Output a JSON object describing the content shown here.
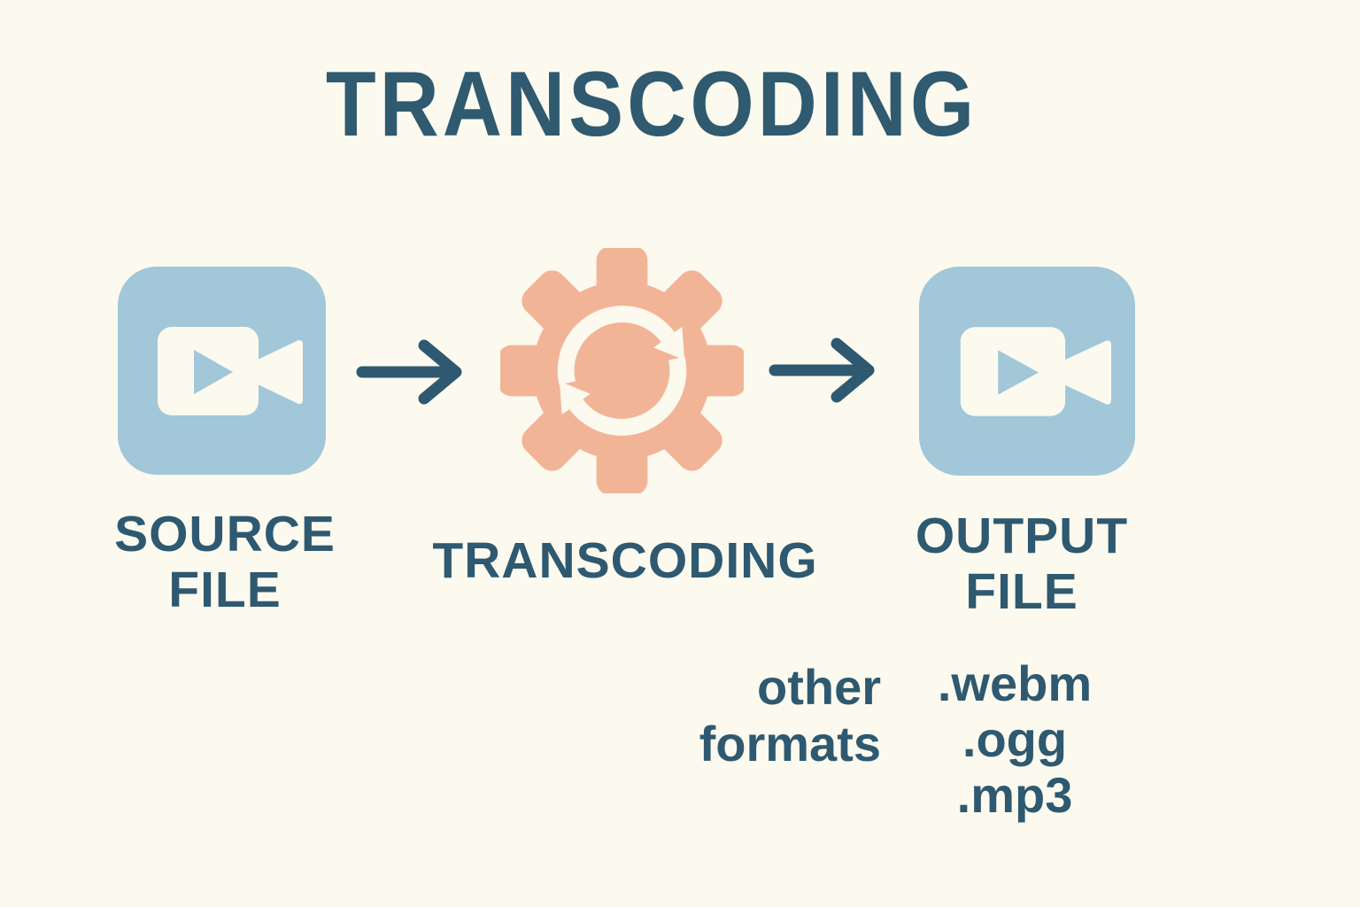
{
  "title": "TRANSCODING",
  "flow": {
    "source": {
      "label_line1": "SOURCE",
      "label_line2": "FILE",
      "icon": "video-file-icon"
    },
    "process": {
      "label": "TRANSCODING",
      "icon": "gear-refresh-icon"
    },
    "output": {
      "label_line1": "OUTPUT",
      "label_line2": "FILE",
      "icon": "video-file-icon"
    },
    "arrow_icon": "right-arrow-icon"
  },
  "annotations": {
    "other_formats_line1": "other",
    "other_formats_line2": "formats",
    "output_formats": [
      ".webm",
      ".ogg",
      ".mp3"
    ]
  },
  "colors": {
    "background": "#fcf9ee",
    "teal_text": "#2e5970",
    "title_teal": "#2f5a70",
    "icon_blue": "#a1c7d9",
    "gear_peach": "#f2b497",
    "icon_inner_cream": "#fcf9ee"
  }
}
